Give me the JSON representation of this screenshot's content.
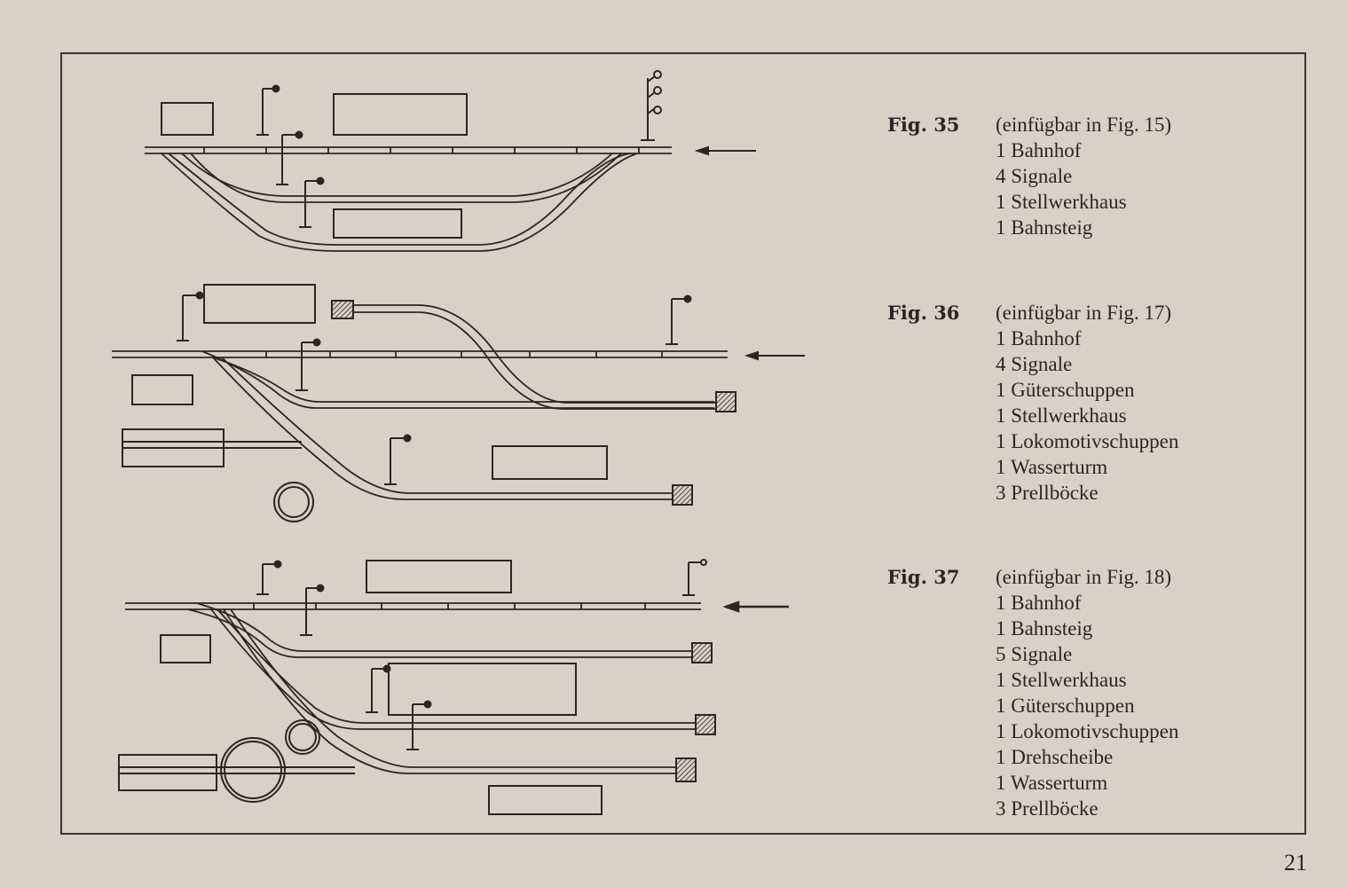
{
  "figures": [
    {
      "label": "Fig. 35",
      "note": "(einfügbar in Fig. 15)",
      "items": [
        "1 Bahnhof",
        "4 Signale",
        "1 Stellwerkhaus",
        "1 Bahnsteig"
      ]
    },
    {
      "label": "Fig. 36",
      "note": "(einfügbar in Fig. 17)",
      "items": [
        "1 Bahnhof",
        "4 Signale",
        "1 Güterschuppen",
        "1 Stellwerkhaus",
        "1 Lokomotivschuppen",
        "1 Wasserturm",
        "3 Prellböcke"
      ]
    },
    {
      "label": "Fig. 37",
      "note": "(einfügbar in Fig. 18)",
      "items": [
        "1 Bahnhof",
        "1 Bahnsteig",
        "5 Signale",
        "1 Stellwerkhaus",
        "1 Güterschuppen",
        "1 Lokomotivschuppen",
        "1 Drehscheibe",
        "1 Wasserturm",
        "3 Prellböcke"
      ]
    }
  ],
  "page_number": "21"
}
